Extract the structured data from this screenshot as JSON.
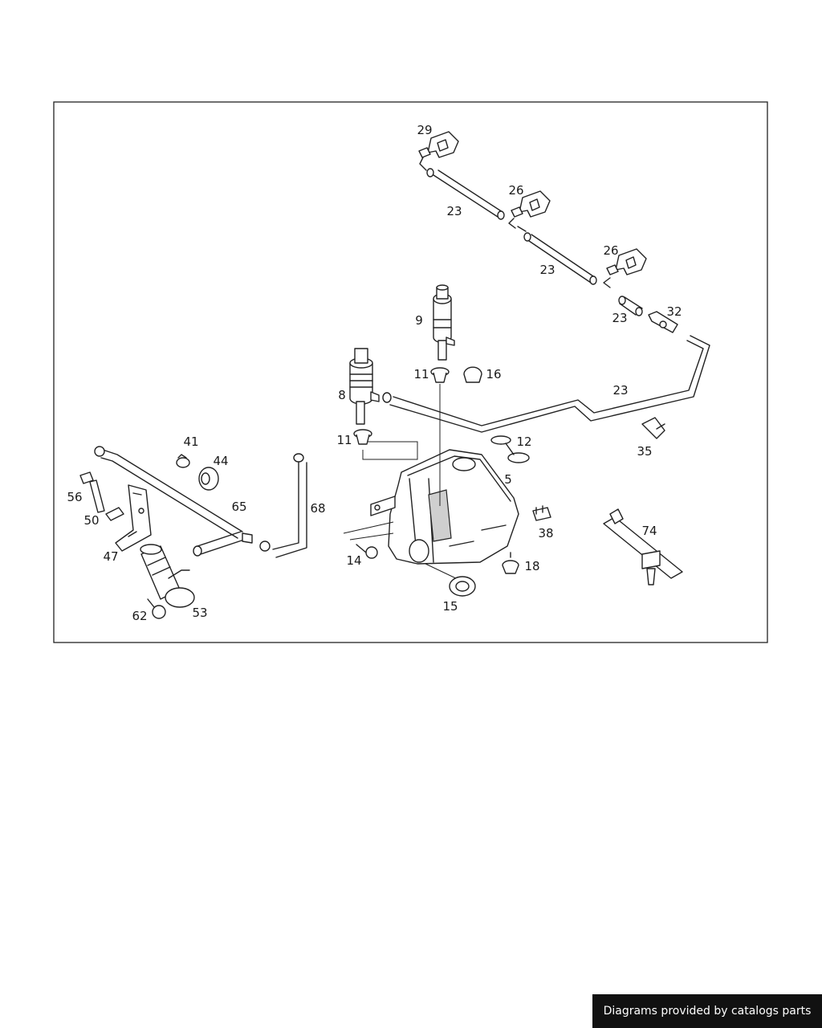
{
  "diagram": {
    "callouts": {
      "c29": "29",
      "c26a": "26",
      "c26b": "26",
      "c23a": "23",
      "c23b": "23",
      "c23c": "23",
      "c23d": "23",
      "c32": "32",
      "c9": "9",
      "c11a": "11",
      "c16": "16",
      "c8": "8",
      "c11b": "11",
      "c12": "12",
      "c5": "5",
      "c35": "35",
      "c41": "41",
      "c44": "44",
      "c56": "56",
      "c50": "50",
      "c47": "47",
      "c65": "65",
      "c68": "68",
      "c53": "53",
      "c62": "62",
      "c14": "14",
      "c15": "15",
      "c18": "18",
      "c38": "38",
      "c74": "74"
    }
  },
  "footer": {
    "credit": "Diagrams provided by catalogs parts"
  }
}
